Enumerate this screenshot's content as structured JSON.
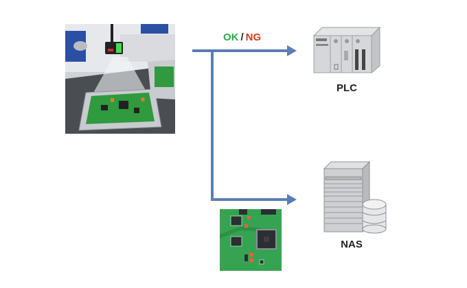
{
  "diagram": {
    "status": {
      "ok": "OK",
      "separator": "/",
      "ng": "NG",
      "ok_color": "#2aa84a",
      "ng_color": "#d23a1e"
    },
    "line_color": "#5b7db5",
    "nodes": {
      "camera": {
        "icon": "inspection-camera-photo"
      },
      "plc": {
        "label": "PLC",
        "icon": "plc-icon"
      },
      "nas": {
        "label": "NAS",
        "icon": "nas-server-icon"
      },
      "pcb": {
        "icon": "pcb-image"
      }
    }
  }
}
